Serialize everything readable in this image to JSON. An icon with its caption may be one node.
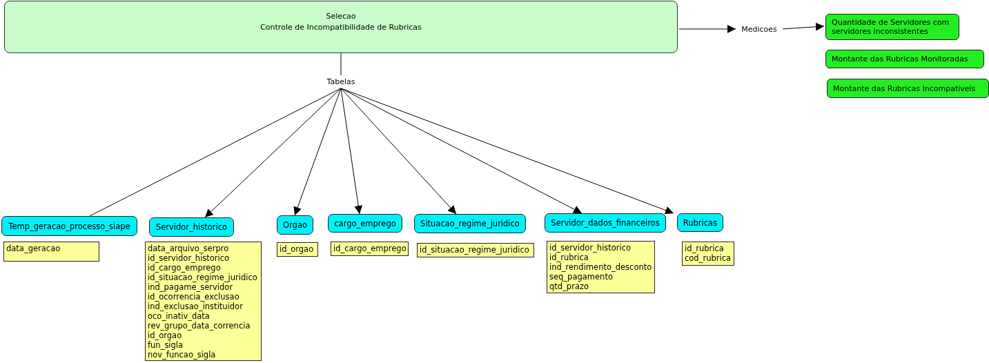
{
  "diagram": {
    "nodes": [
      {
        "text": [
          "Selecao",
          "Controle de Incompatibilidade de Rubricas"
        ]
      },
      {
        "text": [
          "Medicoes"
        ]
      },
      {
        "text": [
          "Quantidade de Servidores com servidores inconsistentes"
        ]
      },
      {
        "text": [
          "Montante das Rubricas Monitoradas"
        ]
      },
      {
        "text": [
          "Montante das Rubricas Incompativeis"
        ]
      },
      {
        "text": [
          "Tabelas"
        ]
      },
      {
        "text": [
          "Temp_geracao_processo_siape"
        ]
      },
      {
        "text": [
          "Servidor_historico"
        ]
      },
      {
        "text": [
          "Orgao"
        ]
      },
      {
        "text": [
          "cargo_emprego"
        ]
      },
      {
        "text": [
          "Situacao_regime_juridico"
        ]
      },
      {
        "text": [
          "Servidor_dados_financeiros"
        ]
      },
      {
        "text": [
          "Rubricas"
        ]
      },
      {
        "text": [
          "data_geracao"
        ]
      },
      {
        "text": [
          "data_arquivo_serpro",
          "id_servidor_historico",
          "id_cargo_emprego",
          "id_situacao_regime_juridico",
          "ind_pagame_servidor",
          "id_ocorrencia_exclusao",
          "ind_exclusao_instituidor",
          "oco_inativ_data",
          "rev_grupo_data_correncia",
          "id_orgao",
          "fun_sigla",
          "nov_funcao_sigla"
        ]
      },
      {
        "text": [
          "id_orgao"
        ]
      },
      {
        "text": [
          "id_cargo_emprego"
        ]
      },
      {
        "text": [
          "id_situacao_regime_juridico"
        ]
      },
      {
        "text": [
          "id_servidor_historico",
          "id_rubrica",
          "ind_rendimento_desconto",
          "seq_pagamento",
          "qtd_prazo"
        ]
      },
      {
        "text": [
          "id_rubrica",
          "cod_rubrica"
        ]
      }
    ],
    "edges": [
      {
        "from": 0,
        "to": 1,
        "arrow": "to"
      },
      {
        "from": 1,
        "to": 2,
        "arrow": "to"
      },
      {
        "from": 0,
        "to": 5,
        "arrow": "none"
      },
      {
        "from": 5,
        "to": 6,
        "arrow": "none"
      },
      {
        "from": 5,
        "to": 7,
        "arrow": "to"
      },
      {
        "from": 5,
        "to": 8,
        "arrow": "to"
      },
      {
        "from": 5,
        "to": 9,
        "arrow": "to"
      },
      {
        "from": 5,
        "to": 10,
        "arrow": "to"
      },
      {
        "from": 5,
        "to": 11,
        "arrow": "to"
      },
      {
        "from": 5,
        "to": 12,
        "arrow": "to"
      }
    ]
  }
}
